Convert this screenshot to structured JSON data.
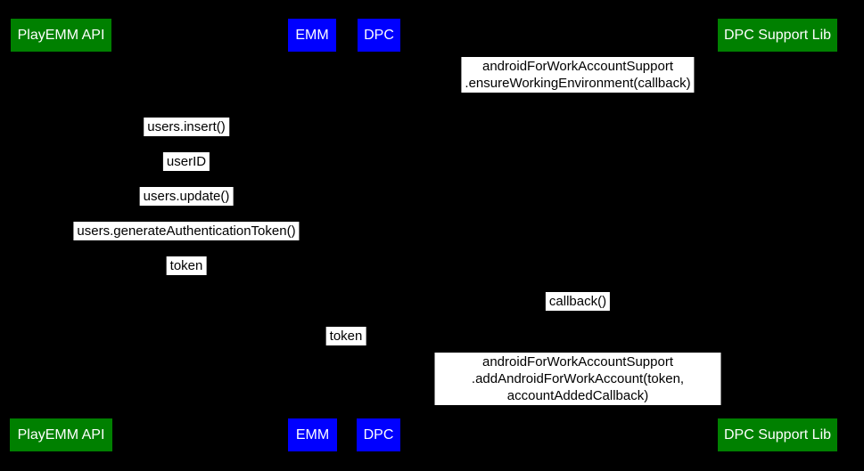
{
  "diagram": {
    "type": "sequence-diagram",
    "colors": {
      "background": "#000000",
      "green_actor": "#008000",
      "blue_actor": "#0000ff",
      "message_label_bg": "#ffffff",
      "message_label_text": "#000000",
      "actor_text": "#ffffff"
    },
    "actors": {
      "playemm": "PlayEMM API",
      "emm": "EMM",
      "dpc": "DPC",
      "dpclib": "DPC Support Lib"
    },
    "messages": {
      "ensure_env": "androidForWorkAccountSupport\n.ensureWorkingEnvironment(callback)",
      "users_insert": "users.insert()",
      "user_id": "userID",
      "users_update": "users.update()",
      "generate_token": "users.generateAuthenticationToken()",
      "token_left": "token",
      "callback": "callback()",
      "token_mid": "token",
      "add_account": "androidForWorkAccountSupport\n.addAndroidForWorkAccount(token, accountAddedCallback)"
    }
  }
}
